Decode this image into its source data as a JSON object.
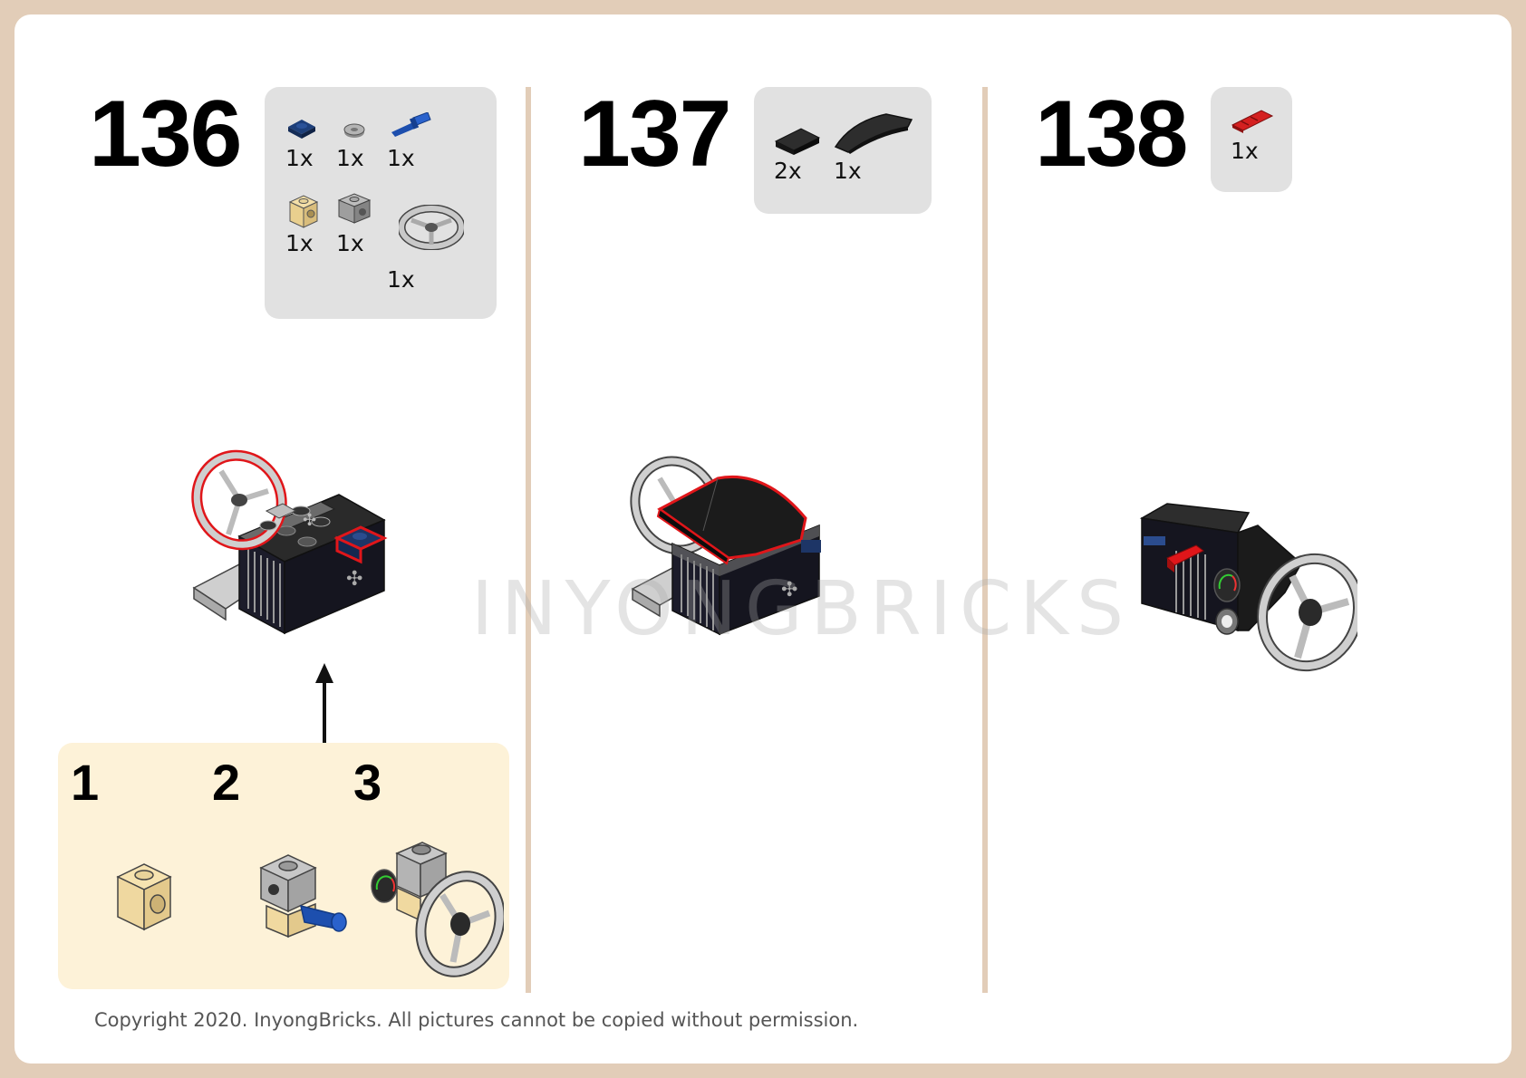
{
  "steps": [
    {
      "number": "136",
      "parts": [
        {
          "icon": "blue-plate-1x1-icon",
          "qty": "1x"
        },
        {
          "icon": "gray-round-tile-icon",
          "qty": "1x"
        },
        {
          "icon": "blue-axle-pin-icon",
          "qty": "1x"
        },
        {
          "icon": "tan-technic-brick-icon",
          "qty": "1x"
        },
        {
          "icon": "gray-bracket-brick-icon",
          "qty": "1x"
        },
        {
          "icon": "gray-steering-wheel-icon",
          "qty": "1x"
        }
      ],
      "substeps": [
        "1",
        "2",
        "3"
      ]
    },
    {
      "number": "137",
      "parts": [
        {
          "icon": "black-slope-tile-icon",
          "qty": "2x"
        },
        {
          "icon": "black-curved-slope-icon",
          "qty": "1x"
        }
      ]
    },
    {
      "number": "138",
      "parts": [
        {
          "icon": "red-lever-icon",
          "qty": "1x"
        }
      ]
    }
  ],
  "watermark": "INYONGBRICKS",
  "copyright": "Copyright 2020. InyongBricks. All pictures cannot be copied without permission.",
  "colors": {
    "border": "#e2cdb8",
    "parts_box": "#e1e1e1",
    "substep_box": "#fdf2d8",
    "highlight": "#e0161a"
  }
}
